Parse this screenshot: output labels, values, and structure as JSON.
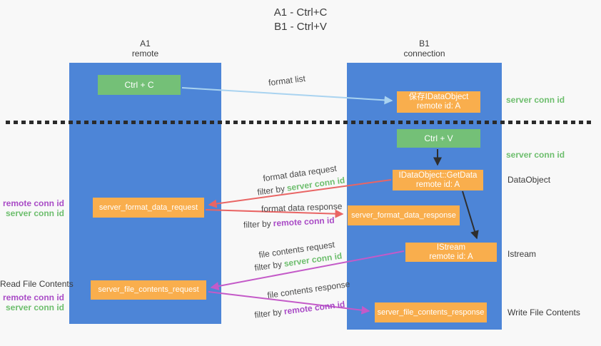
{
  "title": {
    "line1": "A1 - Ctrl+C",
    "line2": "B1 - Ctrl+V"
  },
  "columns": {
    "left": {
      "name": "A1",
      "subtitle": "remote"
    },
    "right": {
      "name": "B1",
      "subtitle": "connection"
    }
  },
  "nodes": {
    "ctrl_c": {
      "label": "Ctrl + C"
    },
    "save_dataobject": {
      "line1": "保存IDataObject",
      "line2": "remote id: A"
    },
    "ctrl_v": {
      "label": "Ctrl + V"
    },
    "getdata": {
      "line1": "IDataObject::GetData",
      "line2": "remote id: A"
    },
    "format_request": {
      "label": "server_format_data_request"
    },
    "format_response": {
      "label": "server_format_data_response"
    },
    "istream": {
      "line1": "IStream",
      "line2": "remote id: A"
    },
    "file_request": {
      "label": "server_file_contents_request"
    },
    "file_response": {
      "label": "server_file_contents_response"
    }
  },
  "arrow_labels": {
    "format_list": "format list",
    "format_data_request": "format data request",
    "format_data_response": "format data response",
    "file_contents_request": "file contents request",
    "file_contents_response": "file contents response",
    "filter_by": "filter by",
    "server_conn_id": "server conn id",
    "remote_conn_id": "remote conn id"
  },
  "side_labels": {
    "server_conn_id": "server conn id",
    "remote_conn_id": "remote conn id",
    "dataobject": "DataObject",
    "istream": "Istream",
    "read_file_contents": "Read File Contents",
    "write_file_contents": "Write File Contents"
  },
  "colors": {
    "panel_blue": "#4D85D7",
    "node_green": "#74C077",
    "node_orange": "#F9AE4D",
    "arrow_lightblue": "#A9D3F0",
    "arrow_red": "#E96564",
    "arrow_magenta": "#C45AC8",
    "arrow_black": "#2E2E2E",
    "text_green": "#6DBE6D",
    "text_purple": "#A94BC6",
    "background": "#f8f8f8"
  }
}
